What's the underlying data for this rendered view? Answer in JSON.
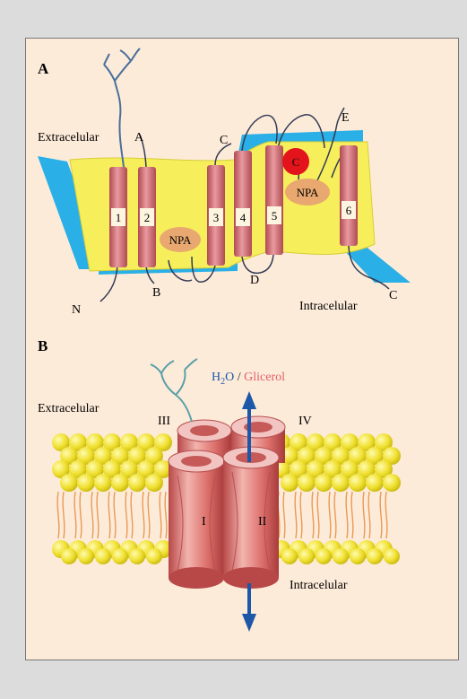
{
  "panel_a": {
    "label": "A",
    "extracellular": "Extracelular",
    "intracellular": "Intracelular",
    "loops": {
      "a": "A",
      "b": "B",
      "c_top": "C",
      "d": "D",
      "e": "E",
      "c_bottom": "C"
    },
    "n_terminus": "N",
    "helices": [
      "1",
      "2",
      "3",
      "4",
      "5",
      "6"
    ],
    "npa_lower": "NPA",
    "npa_upper": "NPA",
    "cysteine": "C"
  },
  "panel_b": {
    "label": "B",
    "extracellular": "Extracelular",
    "intracellular": "Intracelular",
    "water_label": "O",
    "h_letter": "H",
    "subscript": "2",
    "separator": " / ",
    "glycerol_label": "Glicerol",
    "subunits": {
      "one": "I",
      "two": "II",
      "three": "III",
      "four": "IV"
    }
  },
  "colors": {
    "membrane_yellow": "#f6ee5a",
    "membrane_blue": "#2ab0e6",
    "helix": "#c85f64",
    "npa": "#e8a870",
    "cysteine": "#e3141b",
    "water": "#1c57a8",
    "glycerol": "#e0606a",
    "lipid_head": "#f0e030",
    "cylinder": "#e07b78"
  }
}
